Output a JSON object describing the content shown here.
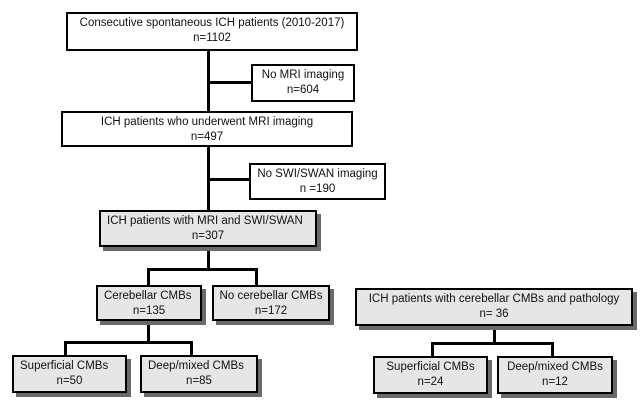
{
  "nodes": {
    "all_patients": {
      "line1": "Consecutive spontaneous ICH patients (2010-2017)",
      "line2": "n=1102"
    },
    "no_mri": {
      "line1": "No MRI imaging",
      "line2": "n=604"
    },
    "mri": {
      "line1": "ICH patients who underwent MRI imaging",
      "line2": "n=497"
    },
    "no_swi": {
      "line1": "No SWI/SWAN imaging",
      "line2": "n =190"
    },
    "mri_swi": {
      "line1": "ICH patients with MRI and SWI/SWAN",
      "line2": "n=307"
    },
    "cerebellar": {
      "line1": "Cerebellar CMBs",
      "line2": "n=135"
    },
    "no_cerebellar": {
      "line1": "No cerebellar CMBs",
      "line2": "n=172"
    },
    "superficial_1": {
      "line1": "Superficial CMBs",
      "line2": "n=50"
    },
    "deep_1": {
      "line1": "Deep/mixed CMBs",
      "line2": "n=85"
    },
    "pathology": {
      "line1": "ICH patients with cerebellar CMBs and pathology",
      "line2": "n= 36"
    },
    "superficial_2": {
      "line1": "Superficial CMBs",
      "line2": "n=24"
    },
    "deep_2": {
      "line1": "Deep/mixed CMBs",
      "line2": "n=12"
    }
  }
}
